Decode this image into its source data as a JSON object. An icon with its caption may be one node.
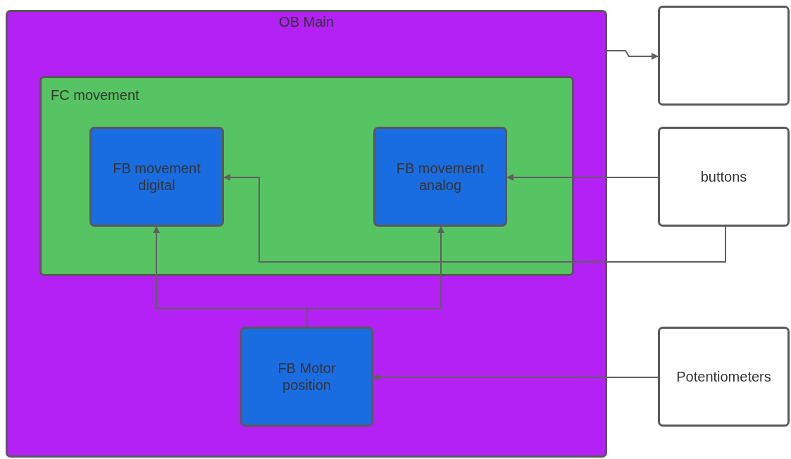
{
  "diagram": {
    "nodes": [
      {
        "text": [
          "OB Main"
        ]
      },
      {
        "text": [
          "FC movement"
        ],
        "in": 0
      },
      {
        "text": [
          "FB movement digital"
        ],
        "in": 1
      },
      {
        "text": [
          "FB movement analog"
        ],
        "in": 1
      },
      {
        "text": [
          "FB Motor position"
        ],
        "in": 0
      },
      {
        "text": [],
        "shape": "box"
      },
      {
        "text": [
          "buttons"
        ]
      },
      {
        "text": [
          "Potentiometers"
        ]
      }
    ],
    "edges": [
      {
        "from": 0,
        "to": 5,
        "arrow": "to"
      },
      {
        "from": 6,
        "to": 3,
        "arrow": "to"
      },
      {
        "from": 6,
        "to": 2,
        "arrow": "to"
      },
      {
        "from": 4,
        "to": 2,
        "arrow": "to"
      },
      {
        "from": 4,
        "to": 3,
        "arrow": "to"
      },
      {
        "from": 7,
        "to": 4,
        "arrow": "to"
      }
    ]
  }
}
